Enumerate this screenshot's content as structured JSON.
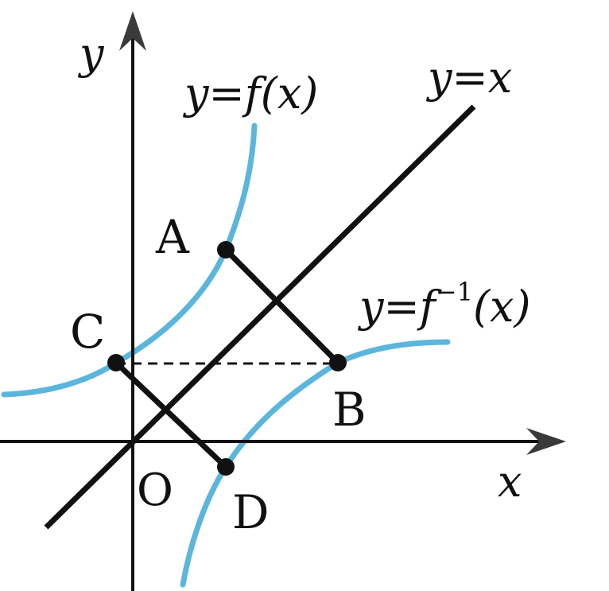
{
  "colors": {
    "curve": "#5cb6dc",
    "ink": "#111111",
    "arrow": "#3a3a3a"
  },
  "axes": {
    "x_label": "x",
    "y_label": "y",
    "origin_label": "O"
  },
  "curves": {
    "f_label_y": "y",
    "f_label_eq": "=",
    "f_label_fn": "f",
    "f_label_arg": "(x)",
    "finv_label_y": "y",
    "finv_label_eq": "=",
    "finv_label_fn": "f",
    "finv_label_sup": "−1",
    "finv_label_arg": "(x)"
  },
  "line": {
    "label_y": "y",
    "label_eq": "=",
    "label_x": "x"
  },
  "points": {
    "A": "A",
    "B": "B",
    "C": "C",
    "D": "D"
  }
}
